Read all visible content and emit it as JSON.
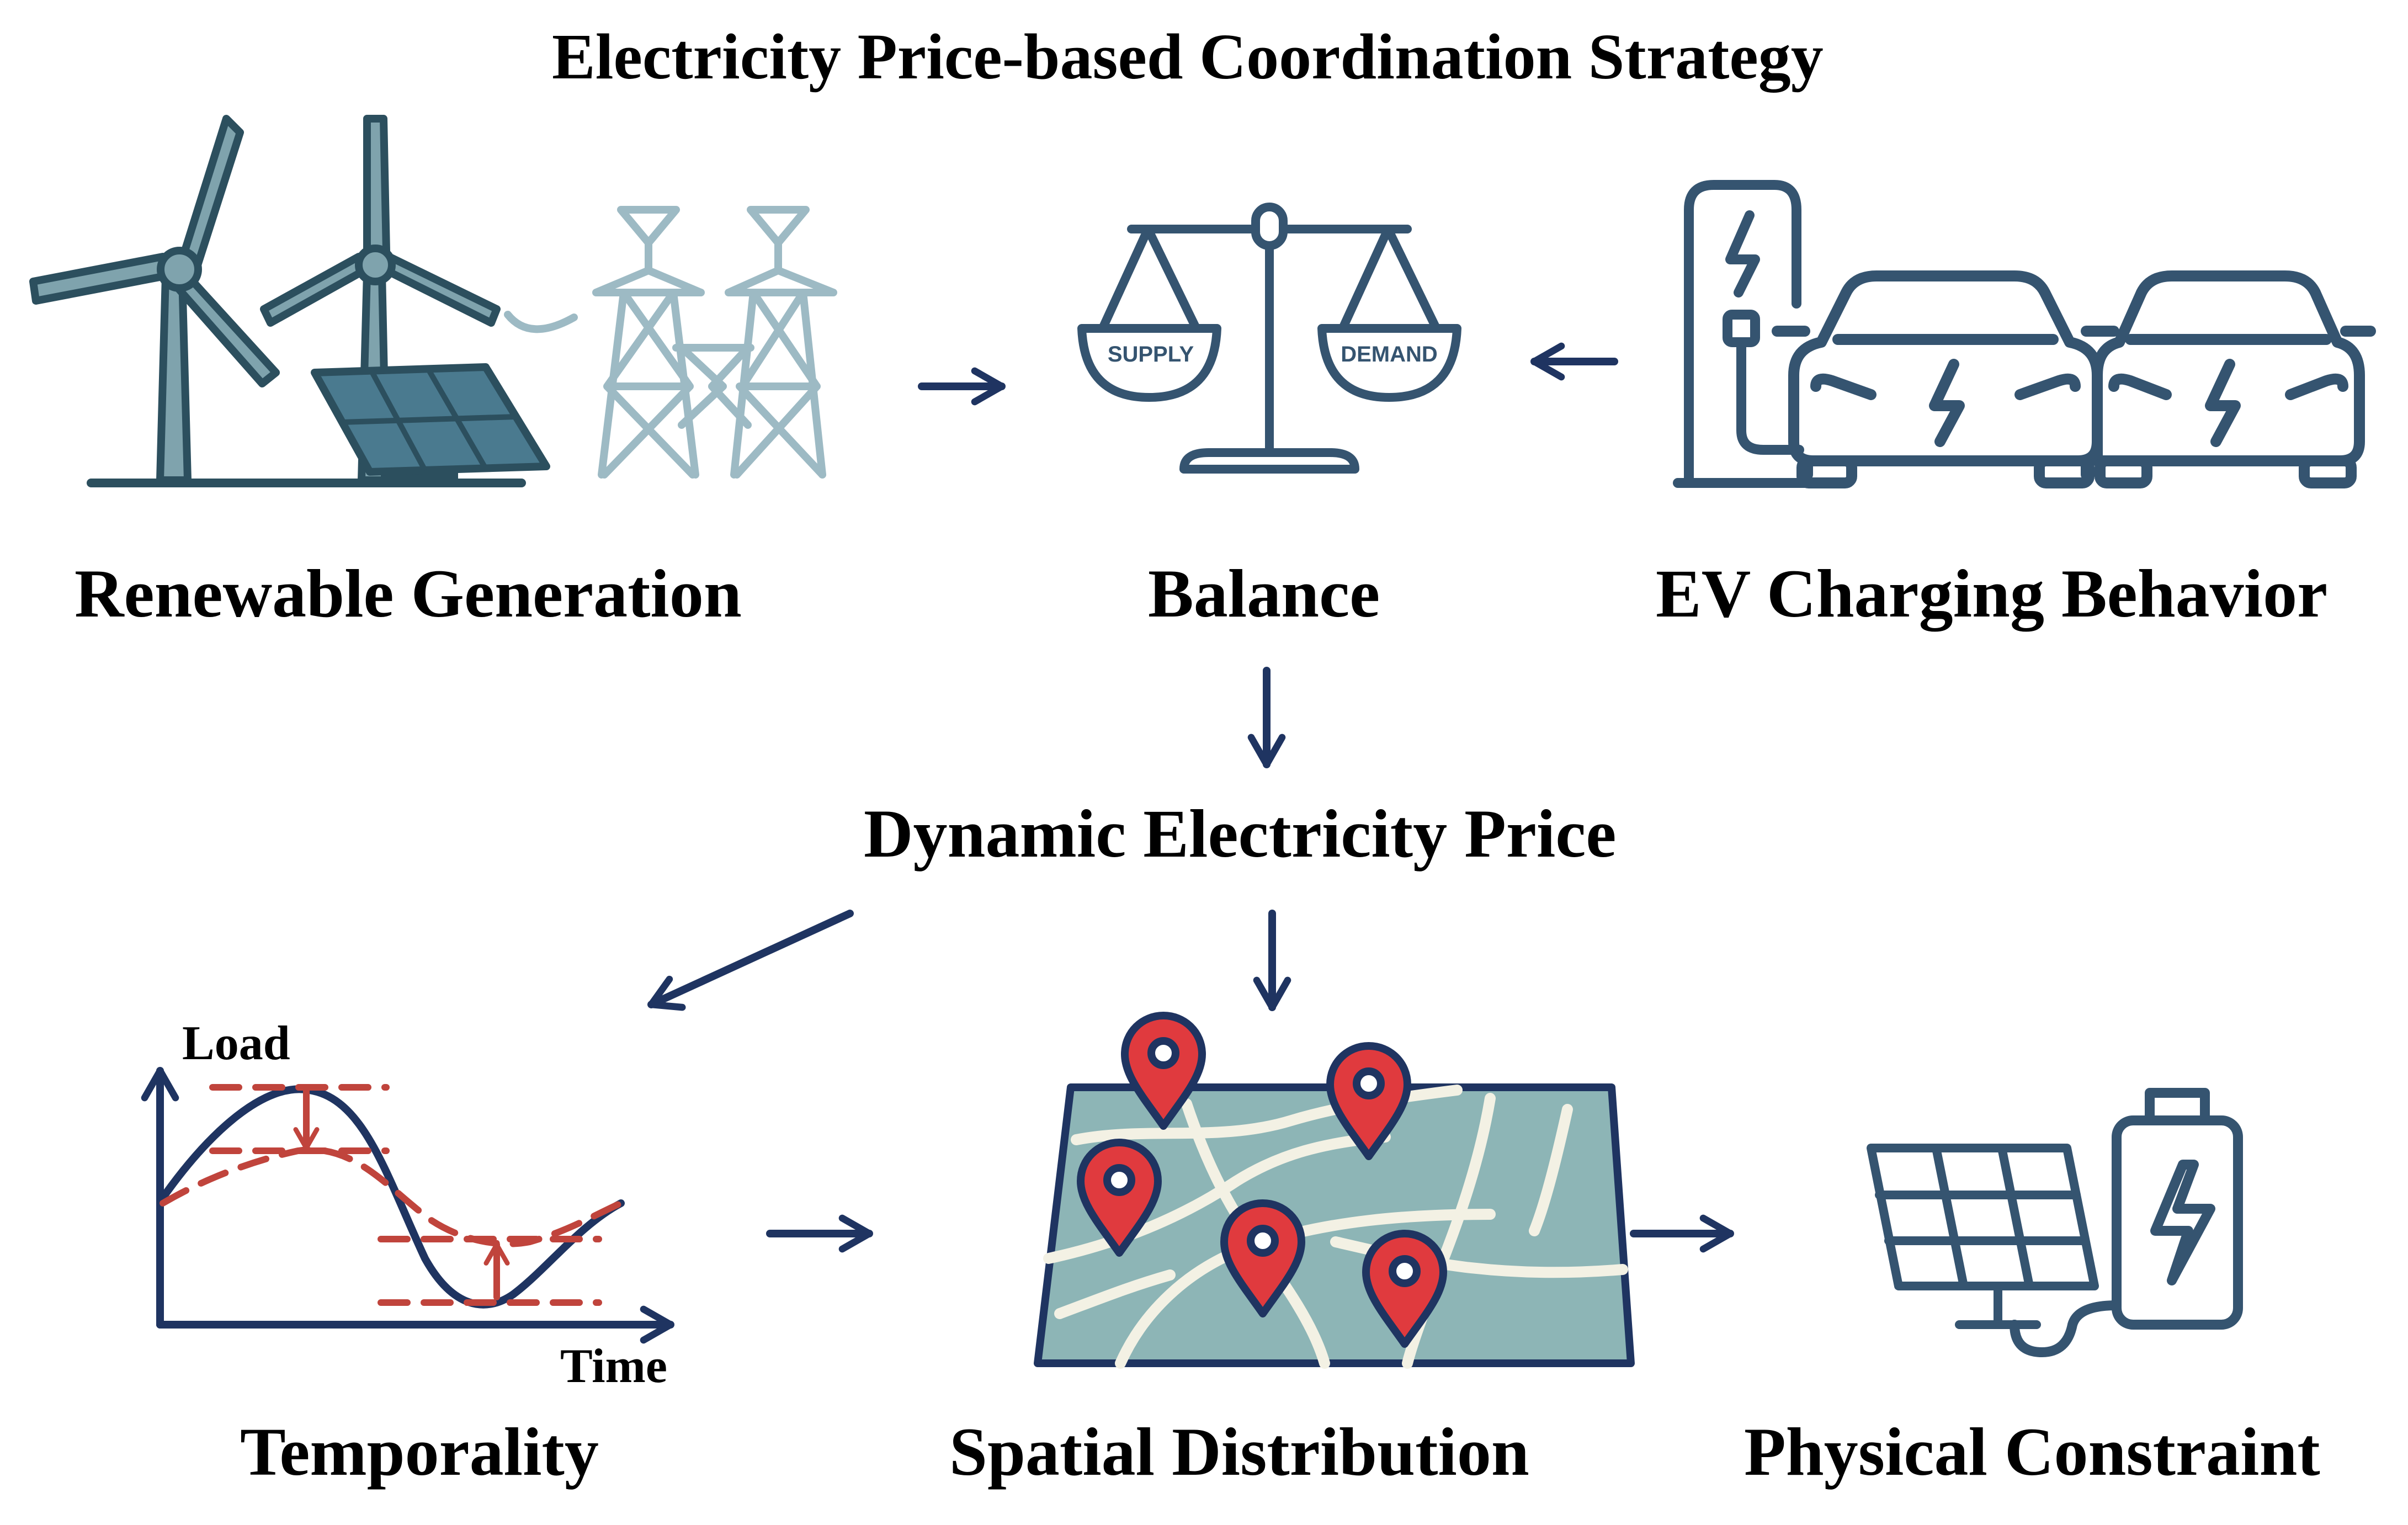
{
  "title": "Electricity Price-based Coordination Strategy",
  "nodes": {
    "renewable": "Renewable Generation",
    "balance": "Balance",
    "ev": "EV Charging Behavior",
    "price": "Dynamic Electricity Price",
    "temporality": "Temporality",
    "spatial": "Spatial Distribution",
    "physical": "Physical Constraint"
  },
  "scale": {
    "supply": "SUPPLY",
    "demand": "DEMAND"
  },
  "load_graph": {
    "y_axis": "Load",
    "x_axis": "Time"
  },
  "colors": {
    "navy": "#1f3461",
    "slate": "#355470",
    "tower": "#9dbac4",
    "map_fill": "#8db5b6",
    "pin_red": "#e03a3e",
    "dash_red": "#c0443c"
  }
}
